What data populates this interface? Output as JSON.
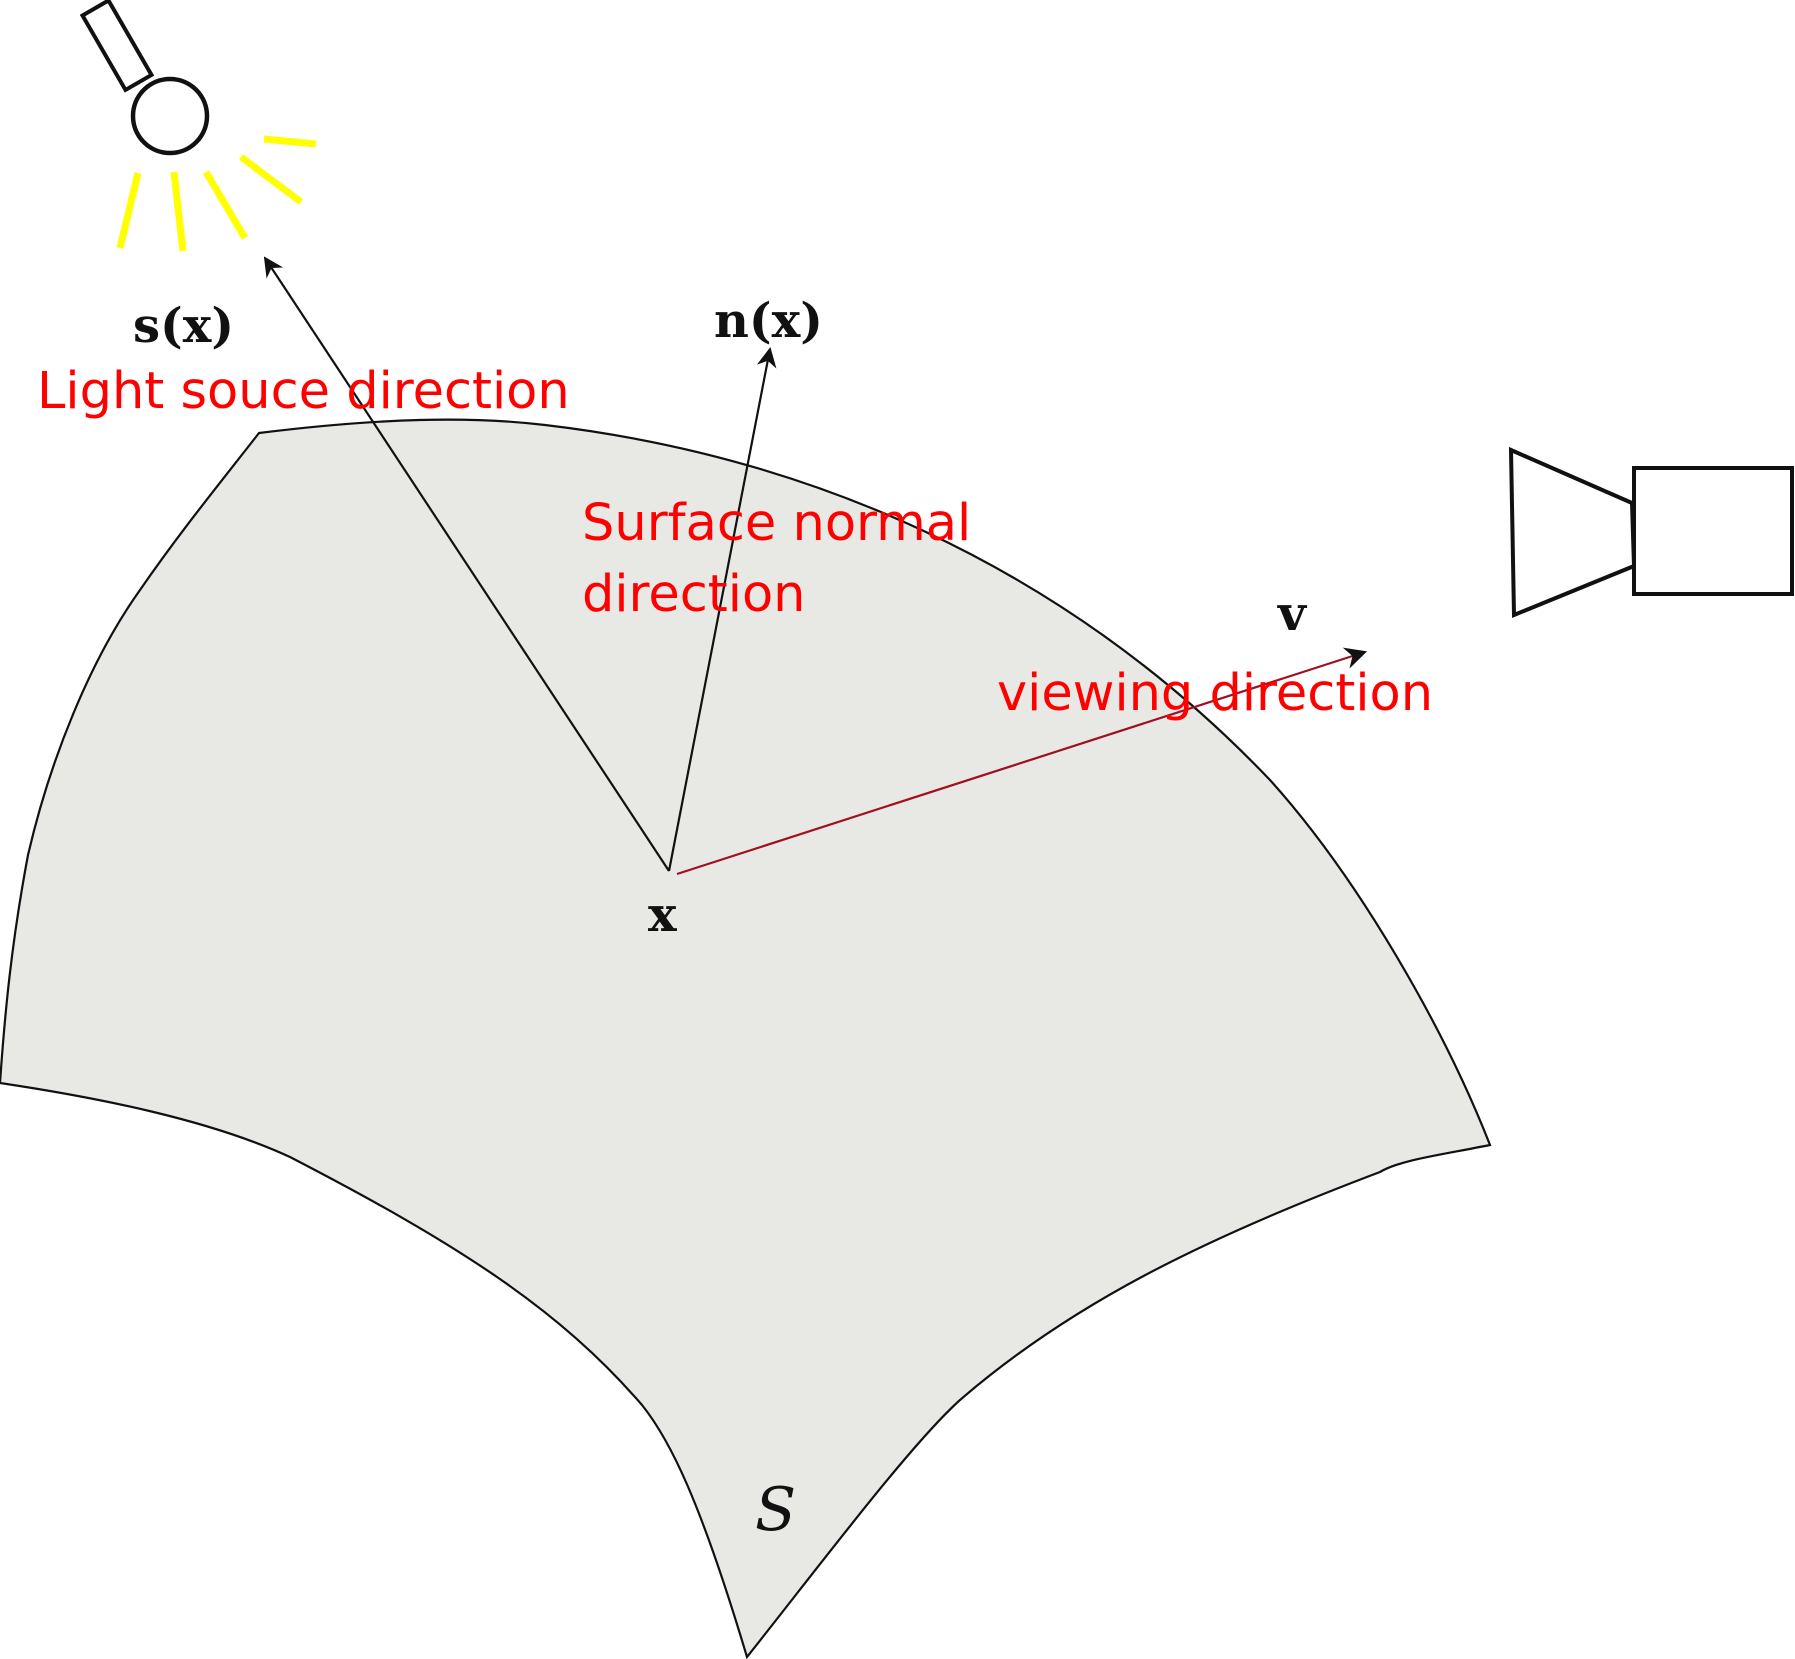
{
  "labels": {
    "light_vector": "s(x)",
    "normal_vector": "n(x)",
    "view_vector": "v",
    "point": "x",
    "surface": "S"
  },
  "captions": {
    "light_direction": "Light souce direction",
    "normal_direction_line1": "Surface normal",
    "normal_direction_line2": "direction",
    "viewing_direction": "viewing direction"
  },
  "colors": {
    "surface_fill": "#e8e9e5",
    "outline": "#111111",
    "caption_red": "#ff0000",
    "view_vector": "#a01020",
    "light_rays": "#ffff00"
  },
  "icons": {
    "light_source": "lamp-icon",
    "camera": "camera-icon"
  }
}
